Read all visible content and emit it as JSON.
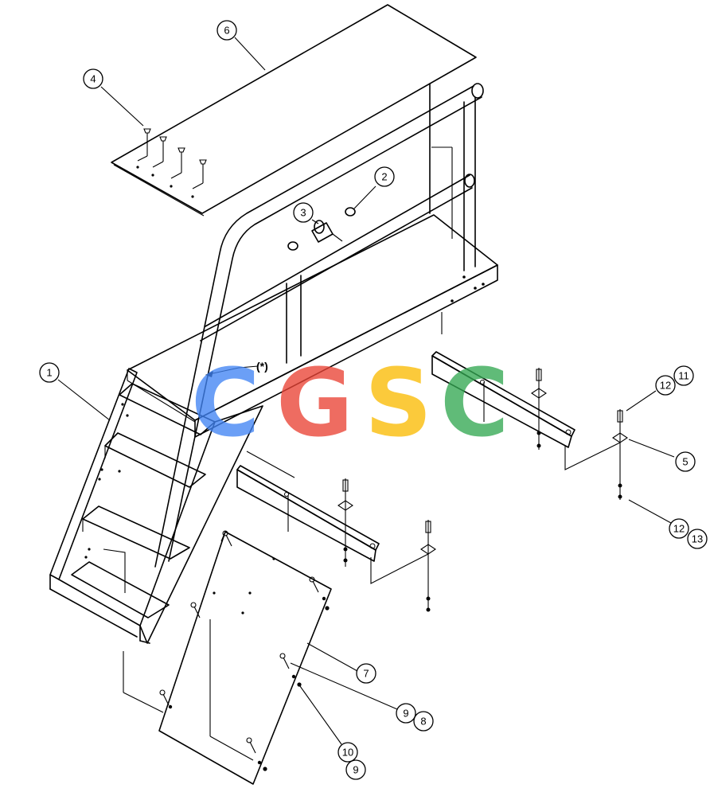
{
  "watermark": {
    "letters": [
      "C",
      "G",
      "S",
      "C"
    ],
    "colors": [
      "#4285F4",
      "#EA4335",
      "#FBBC05",
      "#34A853"
    ]
  },
  "note_marker": "(*)",
  "callouts": {
    "c1": "1",
    "c2": "2",
    "c3": "3",
    "c4": "4",
    "c5": "5",
    "c6": "6",
    "c7": "7",
    "c8": "8",
    "c9a": "9",
    "c9b": "9",
    "c10": "10",
    "c11": "11",
    "c12a": "12",
    "c12b": "12",
    "c13": "13"
  }
}
